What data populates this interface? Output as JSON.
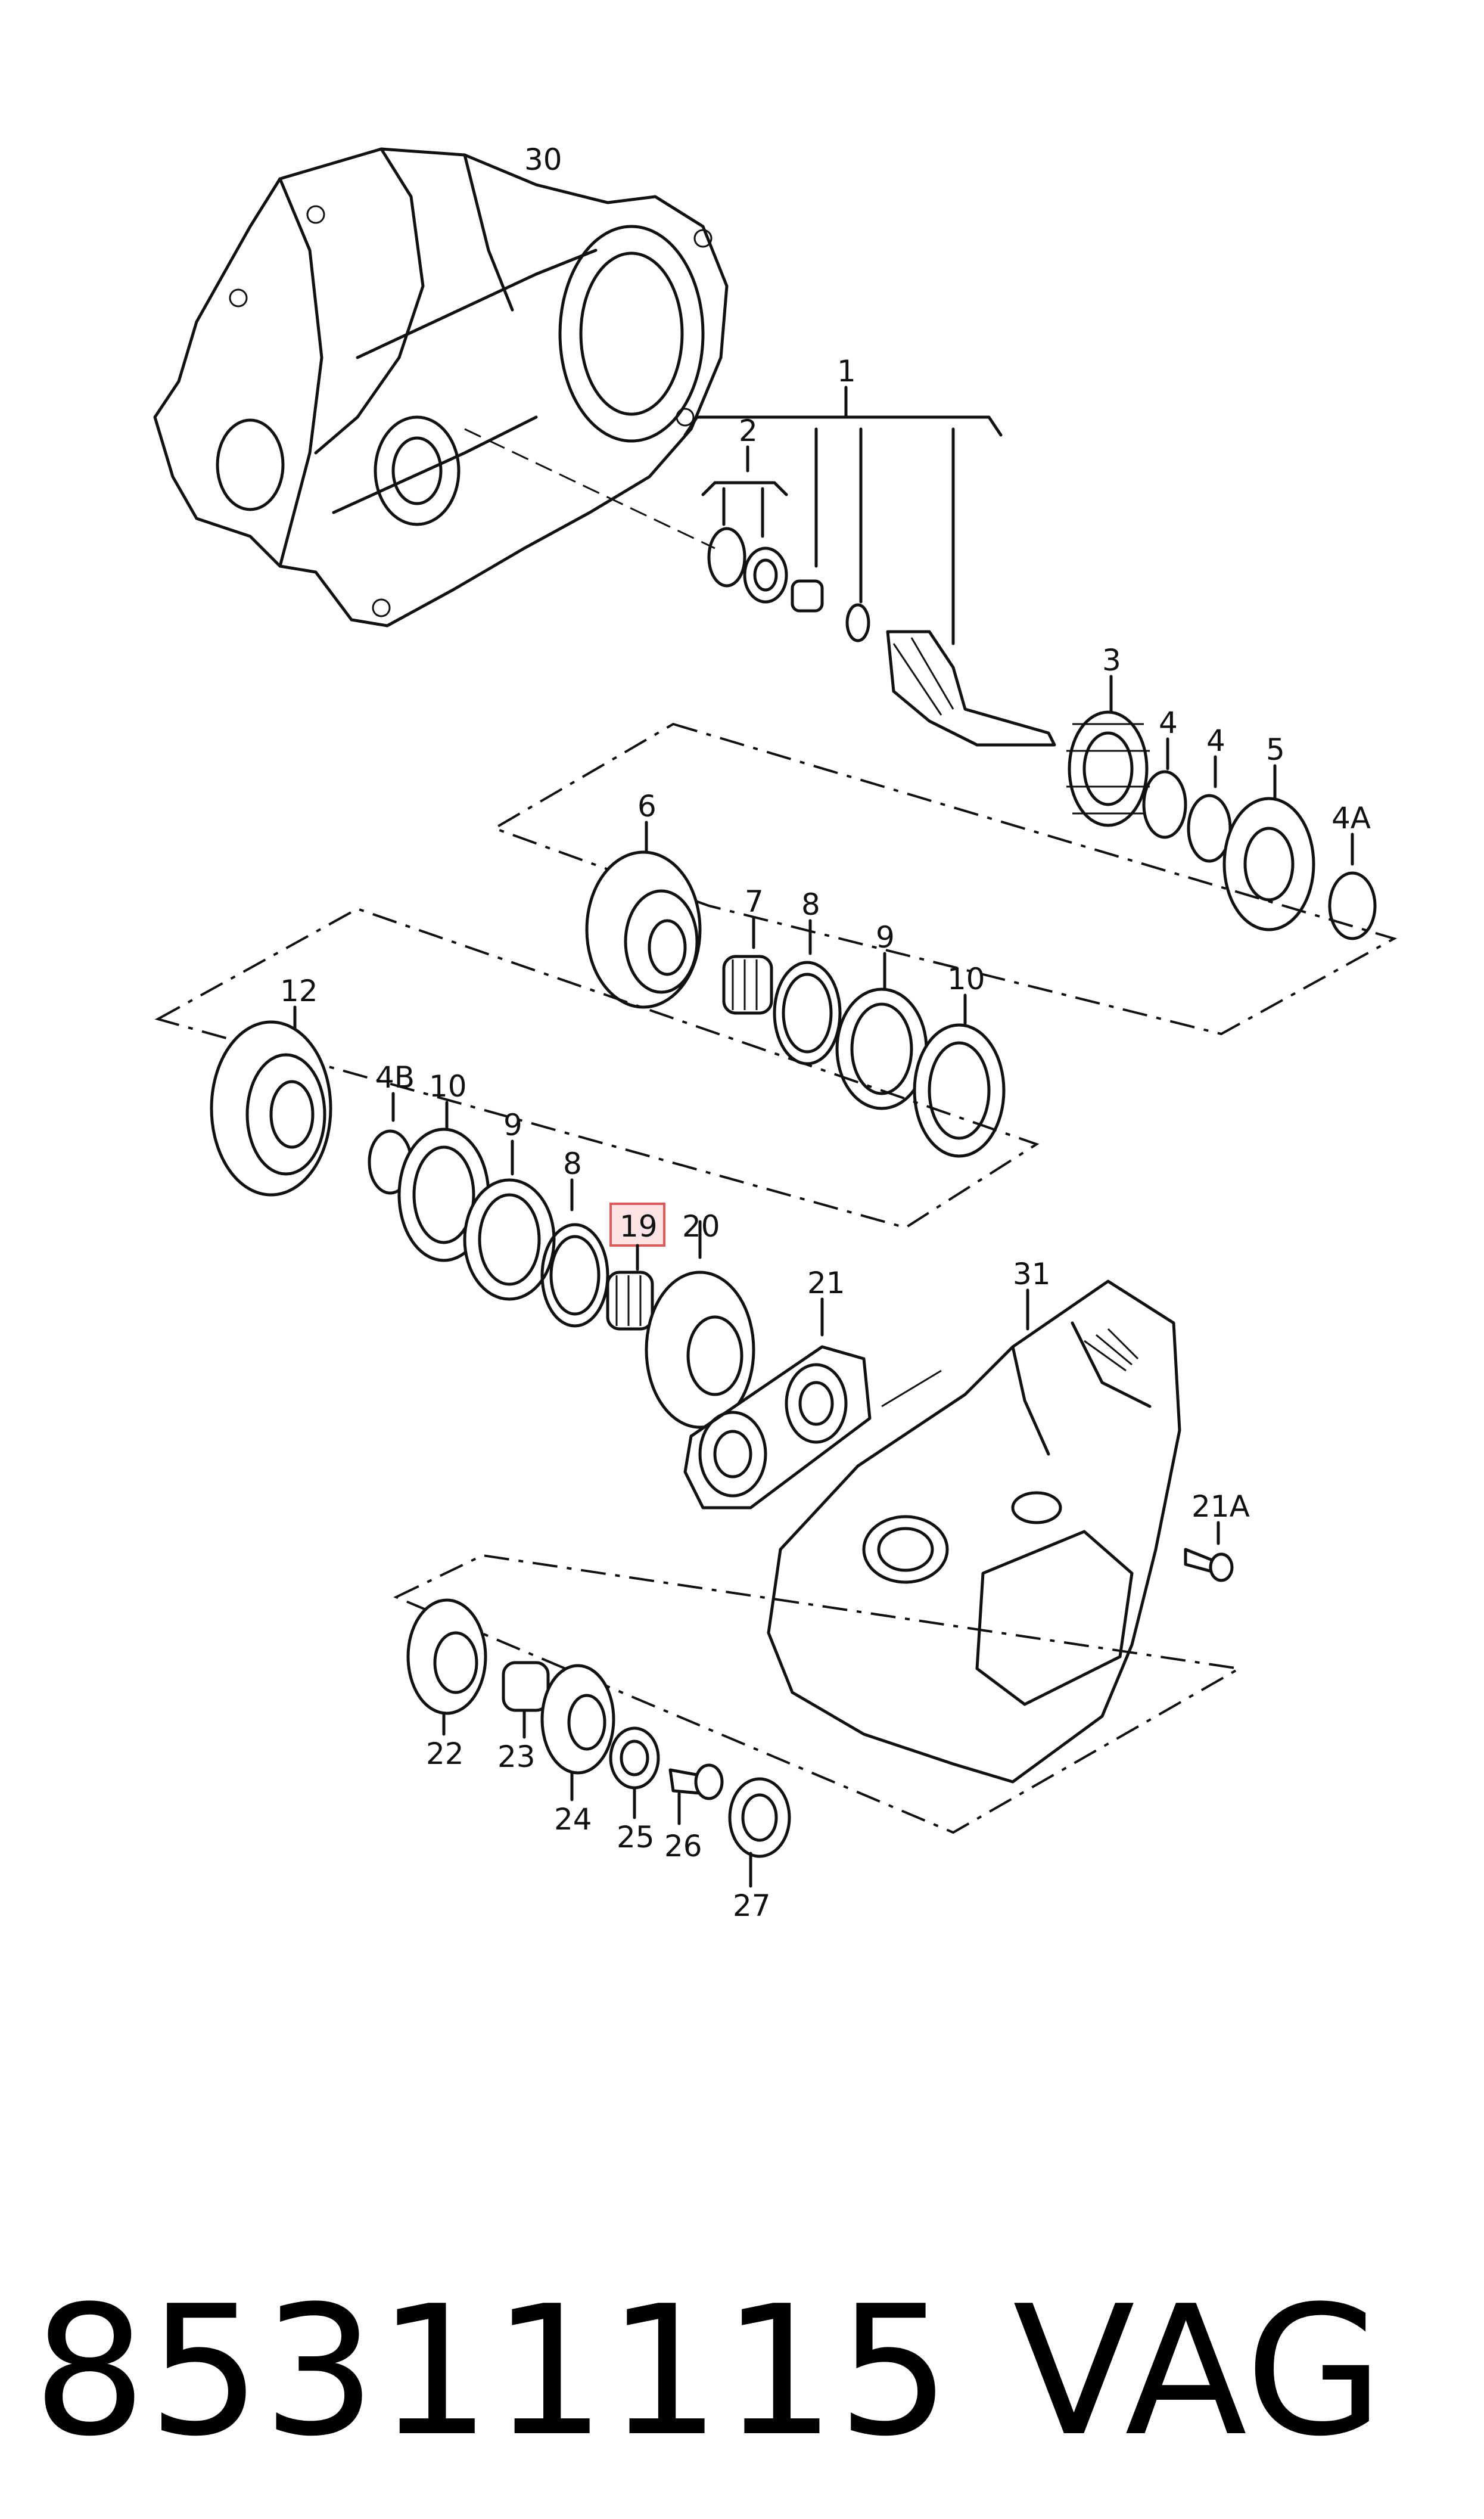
{
  "labels": {
    "l1": "1",
    "l2": "2",
    "l3": "3",
    "l4a": "4",
    "l4b": "4",
    "l4A": "4A",
    "l5": "5",
    "l6": "6",
    "l7": "7",
    "l8a": "8",
    "l9a": "9",
    "l10a": "10",
    "l12": "12",
    "l4B": "4B",
    "l10b": "10",
    "l9b": "9",
    "l8b": "8",
    "l19": "19",
    "l20": "20",
    "l21": "21",
    "l21A": "21A",
    "l22": "22",
    "l23": "23",
    "l24": "24",
    "l25": "25",
    "l26": "26",
    "l27": "27",
    "l30": "30",
    "l31": "31"
  },
  "highlight": {
    "color": "#e05a5a",
    "fill": "#fde3e3"
  },
  "footer": {
    "part_number": "85311115",
    "brand": "VAG"
  }
}
